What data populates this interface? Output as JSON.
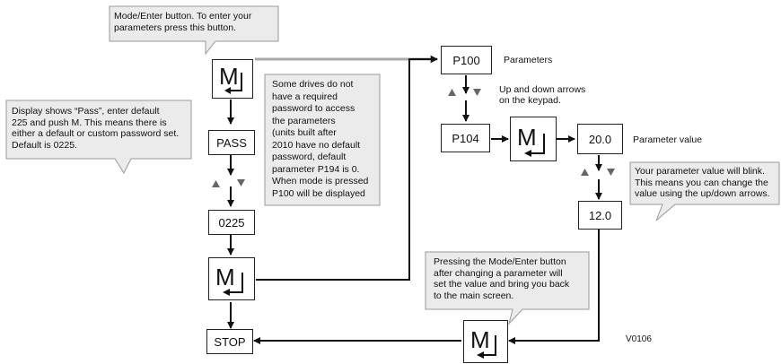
{
  "callouts": {
    "mode_enter": "Mode/Enter button. To enter your\nparameters press this button.",
    "pass": "Display shows “Pass”, enter default\n225 and push M. This means there is\neither a default or custom password set.\nDefault is 0225.",
    "drives_note": "Some drives do not\nhave a required\npassword to access\nthe parameters\n(units built after\n2010 have no default\npassword, default\nparameter P194 is 0.\nWhen mode is pressed\nP100 will be displayed",
    "blink": "Your parameter value will blink.\nThis means you can change the\nvalue using the up/down arrows.",
    "pressing": "Pressing the Mode/Enter button\nafter changing a parameter will\nset the value and bring you back\nto the main screen."
  },
  "displays": {
    "pass": "PASS",
    "code": "0225",
    "stop": "STOP",
    "p100": "P100",
    "p104": "P104",
    "val1": "20.0",
    "val2": "12.0"
  },
  "labels": {
    "parameters": "Parameters",
    "up_down": "Up and down arrows\non the keypad.",
    "param_value": "Parameter value",
    "version": "V0106"
  },
  "button_letter": "M"
}
